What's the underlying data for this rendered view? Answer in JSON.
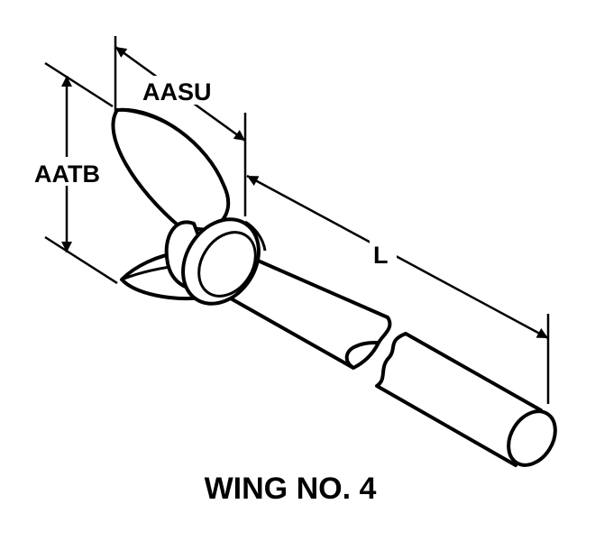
{
  "labels": {
    "dim_width": "AASU",
    "dim_height": "AATB",
    "dim_length": "L"
  },
  "caption": "WING NO. 4",
  "colors": {
    "line": "#000000",
    "fill": "#ffffff"
  }
}
